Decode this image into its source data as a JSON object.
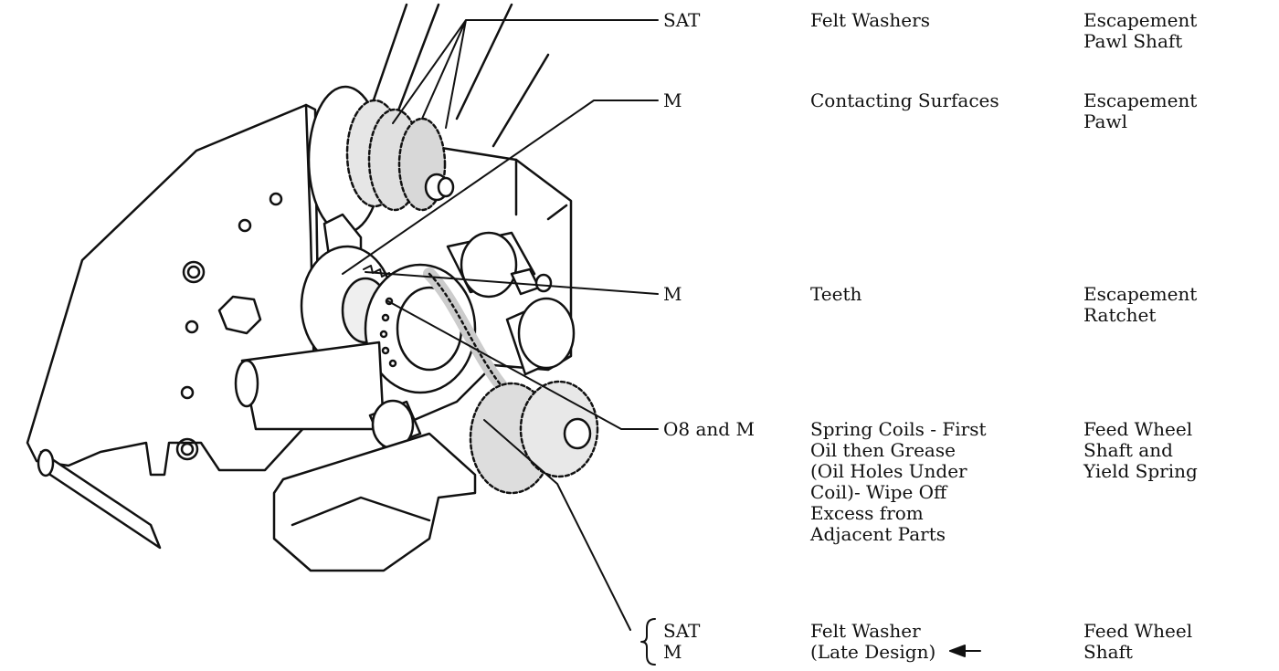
{
  "rows": [
    {
      "code": "SAT",
      "description": "Felt Washers",
      "part": "Escapement\nPawl Shaft"
    },
    {
      "code": "M",
      "description": "Contacting Surfaces",
      "part": "Escapement\nPawl"
    },
    {
      "code": "M",
      "description": "Teeth",
      "part": "Escapement\nRatchet"
    },
    {
      "code": "O8 and M",
      "description": "Spring Coils - First\nOil then Grease\n(Oil Holes Under\nCoil)- Wipe Off\nExcess from\nAdjacent Parts",
      "part": "Feed Wheel\nShaft and\nYield Spring"
    },
    {
      "code_lines": [
        "SAT",
        "M"
      ],
      "description": "Felt Washer\n(Late Design)",
      "part": "Feed Wheel\n Shaft"
    }
  ]
}
